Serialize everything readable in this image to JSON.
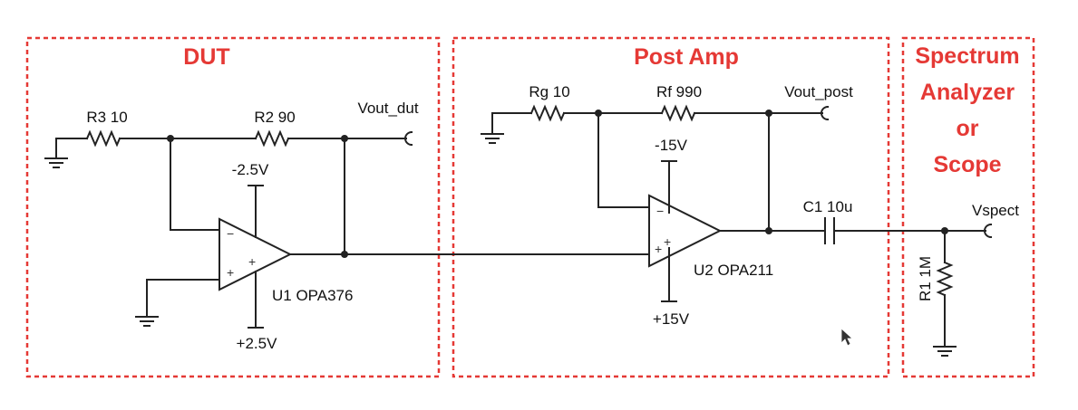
{
  "colors": {
    "frame": "#e53935",
    "wire": "#222222",
    "text": "#111111"
  },
  "sections": {
    "dut": {
      "title": "DUT"
    },
    "post_amp": {
      "title": "Post Amp"
    },
    "analyzer": {
      "title_lines": [
        "Spectrum",
        "Analyzer",
        "or",
        "Scope"
      ]
    }
  },
  "components": {
    "r3": "R3 10",
    "r2": "R2 90",
    "rg": "Rg 10",
    "rf": "Rf 990",
    "c1": "C1 10u",
    "r1": "R1 1M",
    "u1": "U1 OPA376",
    "u2": "U2 OPA211"
  },
  "supplies": {
    "u1_neg": "-2.5V",
    "u1_pos": "+2.5V",
    "u2_neg": "-15V",
    "u2_pos": "+15V"
  },
  "nets": {
    "vout_dut": "Vout_dut",
    "vout_post": "Vout_post",
    "vspect": "Vspect"
  },
  "pins": {
    "inv": "−",
    "noninv": "+"
  }
}
